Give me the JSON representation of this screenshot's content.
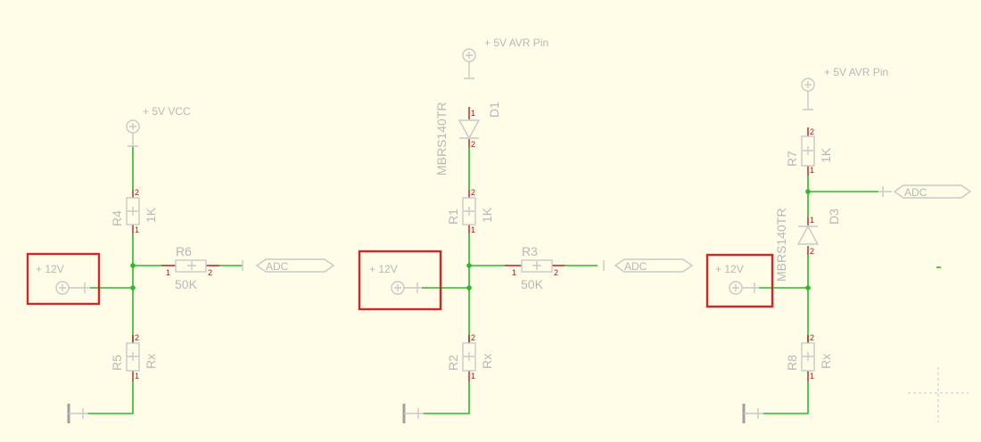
{
  "supplies": {
    "s12_a": "+ 12V",
    "s12_b": "+ 12V",
    "s12_c": "+ 12V",
    "vcc": "+ 5V VCC",
    "avr_b": "+ 5V AVR Pin",
    "avr_c": "+ 5V AVR Pin"
  },
  "parts": {
    "r4": {
      "name": "R4",
      "value": "1K"
    },
    "r5": {
      "name": "R5",
      "value": "Rx"
    },
    "r6": {
      "name": "R6",
      "value": "50K"
    },
    "r1": {
      "name": "R1",
      "value": "1K"
    },
    "r2": {
      "name": "R2",
      "value": "Rx"
    },
    "r3": {
      "name": "R3",
      "value": "50K"
    },
    "r7": {
      "name": "R7",
      "value": "1K"
    },
    "r8": {
      "name": "R8",
      "value": "Rx"
    },
    "d1": {
      "name": "D1",
      "value": "MBRS140TR"
    },
    "d3": {
      "name": "D3",
      "value": "MBRS140TR"
    }
  },
  "nets": {
    "adc_a": "ADC",
    "adc_b": "ADC",
    "adc_c": "ADC"
  },
  "pins": {
    "one": "1",
    "two": "2"
  },
  "colors": {
    "background": "#fffce8",
    "wire": "#2eb82e",
    "symbol": "#c9c9c9",
    "pin": "#b22222",
    "highlight": "#d32626"
  }
}
